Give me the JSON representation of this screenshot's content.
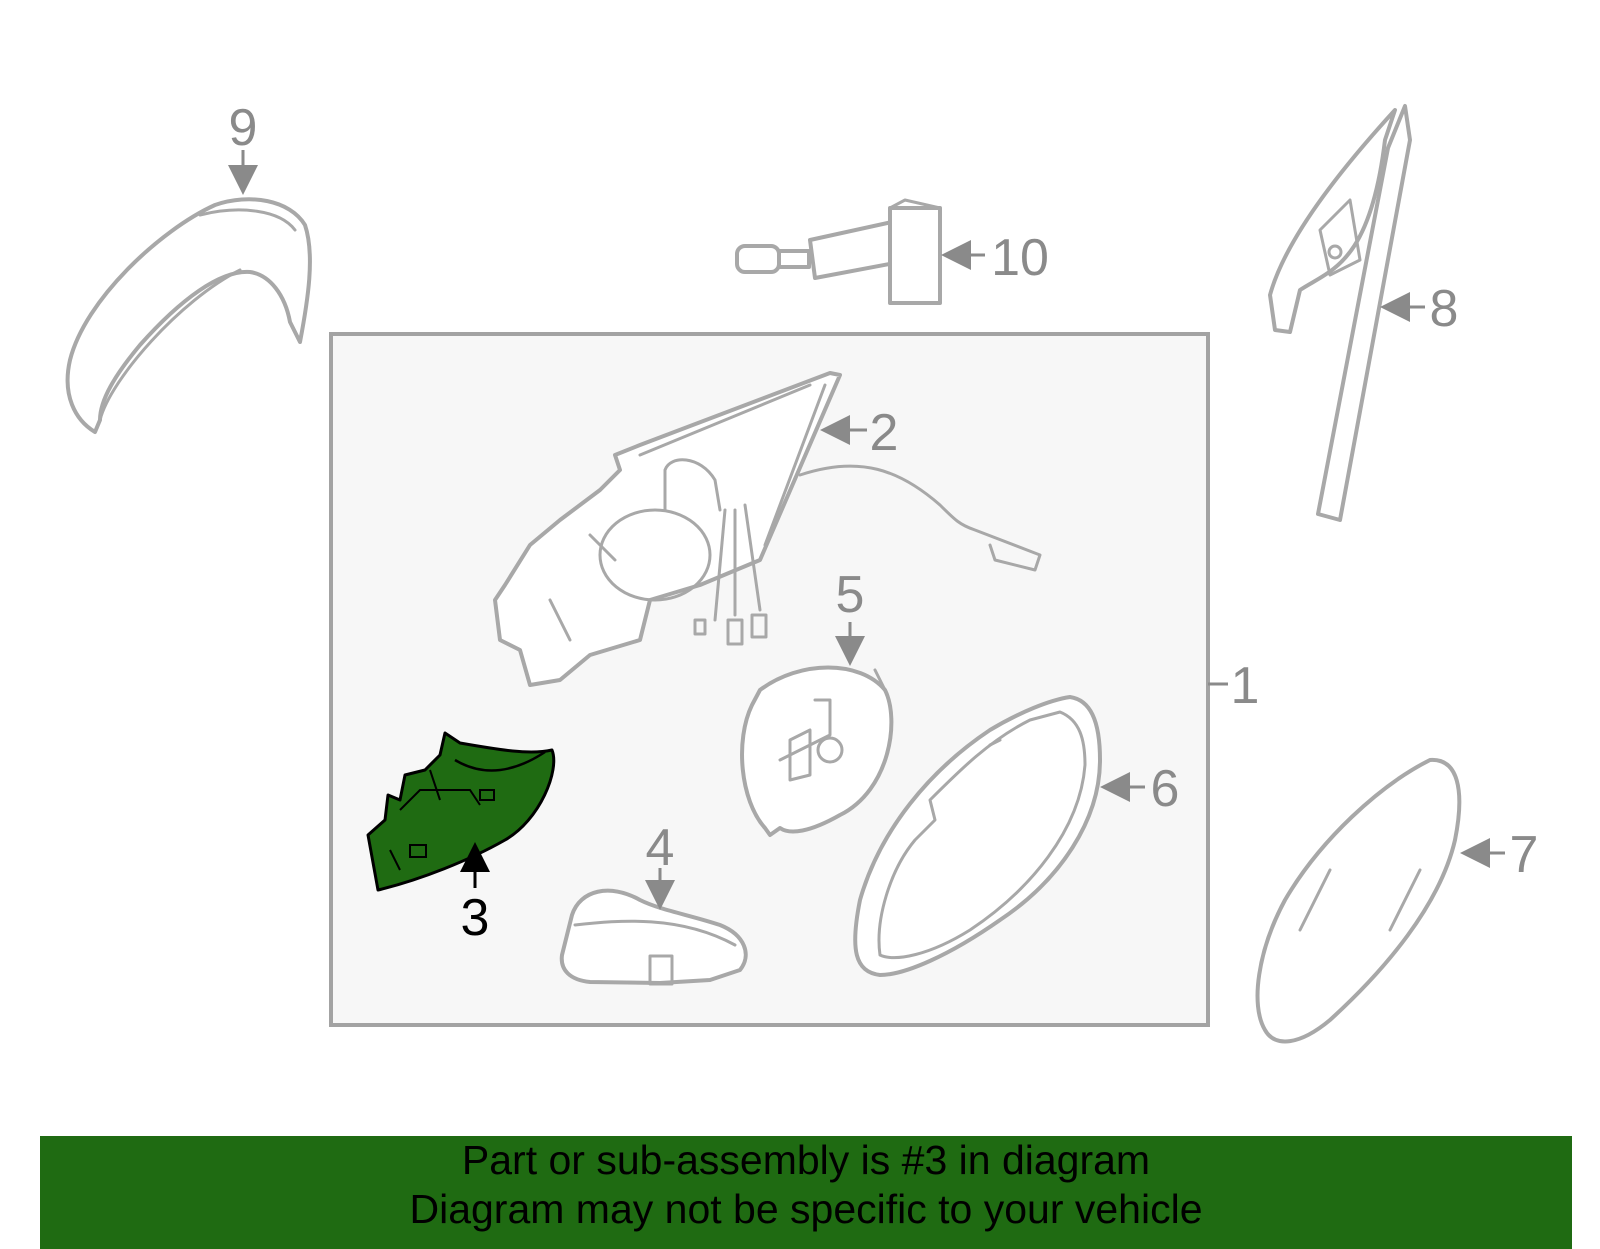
{
  "callouts": {
    "c1": "1",
    "c2": "2",
    "c3": "3",
    "c4": "4",
    "c5": "5",
    "c6": "6",
    "c7": "7",
    "c8": "8",
    "c9": "9",
    "c10": "10"
  },
  "highlight": {
    "part": "3",
    "color": "#1f6b12"
  },
  "banner": {
    "line1": "Part or sub-assembly is #3 in diagram",
    "line2": "Diagram may not be specific to your vehicle",
    "background": "#1f6b12"
  }
}
